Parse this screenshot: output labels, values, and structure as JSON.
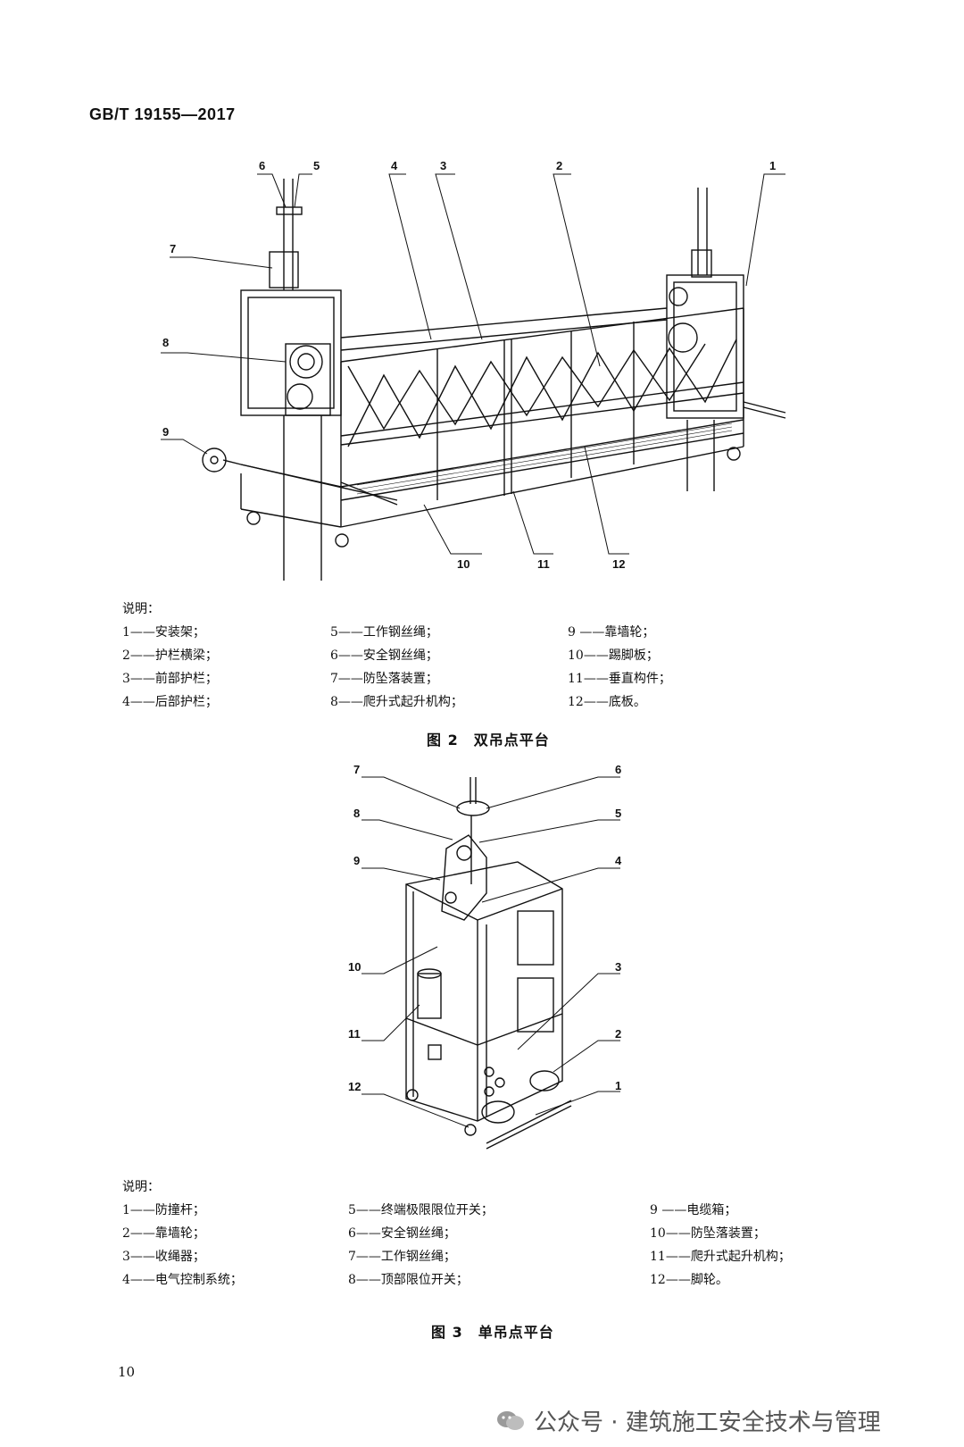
{
  "header": {
    "standard_code": "GB/T 19155—2017"
  },
  "figure2": {
    "caption": "图 2　双吊点平台",
    "callouts": [
      "1",
      "2",
      "3",
      "4",
      "5",
      "6",
      "7",
      "8",
      "9",
      "10",
      "11",
      "12"
    ],
    "legend_title": "说明：",
    "legend": [
      [
        "1——安装架；",
        "5——工作钢丝绳；",
        "9 ——靠墙轮；"
      ],
      [
        "2——护栏横梁；",
        "6——安全钢丝绳；",
        "10——踢脚板；"
      ],
      [
        "3——前部护栏；",
        "7——防坠落装置；",
        "11——垂直构件；"
      ],
      [
        "4——后部护栏；",
        "8——爬升式起升机构；",
        "12——底板。"
      ]
    ]
  },
  "figure3": {
    "caption": "图 3　单吊点平台",
    "callouts": [
      "1",
      "2",
      "3",
      "4",
      "5",
      "6",
      "7",
      "8",
      "9",
      "10",
      "11",
      "12"
    ],
    "legend_title": "说明：",
    "legend": [
      [
        "1——防撞杆；",
        "5——终端极限限位开关；",
        "9 ——电缆箱；"
      ],
      [
        "2——靠墙轮；",
        "6——安全钢丝绳；",
        "10——防坠落装置；"
      ],
      [
        "3——收绳器；",
        "7——工作钢丝绳；",
        "11——爬升式起升机构；"
      ],
      [
        "4——电气控制系统；",
        "8——顶部限位开关；",
        "12——脚轮。"
      ]
    ]
  },
  "footer": {
    "page_number": "10",
    "watermark": "公众号 · 建筑施工安全技术与管理"
  }
}
